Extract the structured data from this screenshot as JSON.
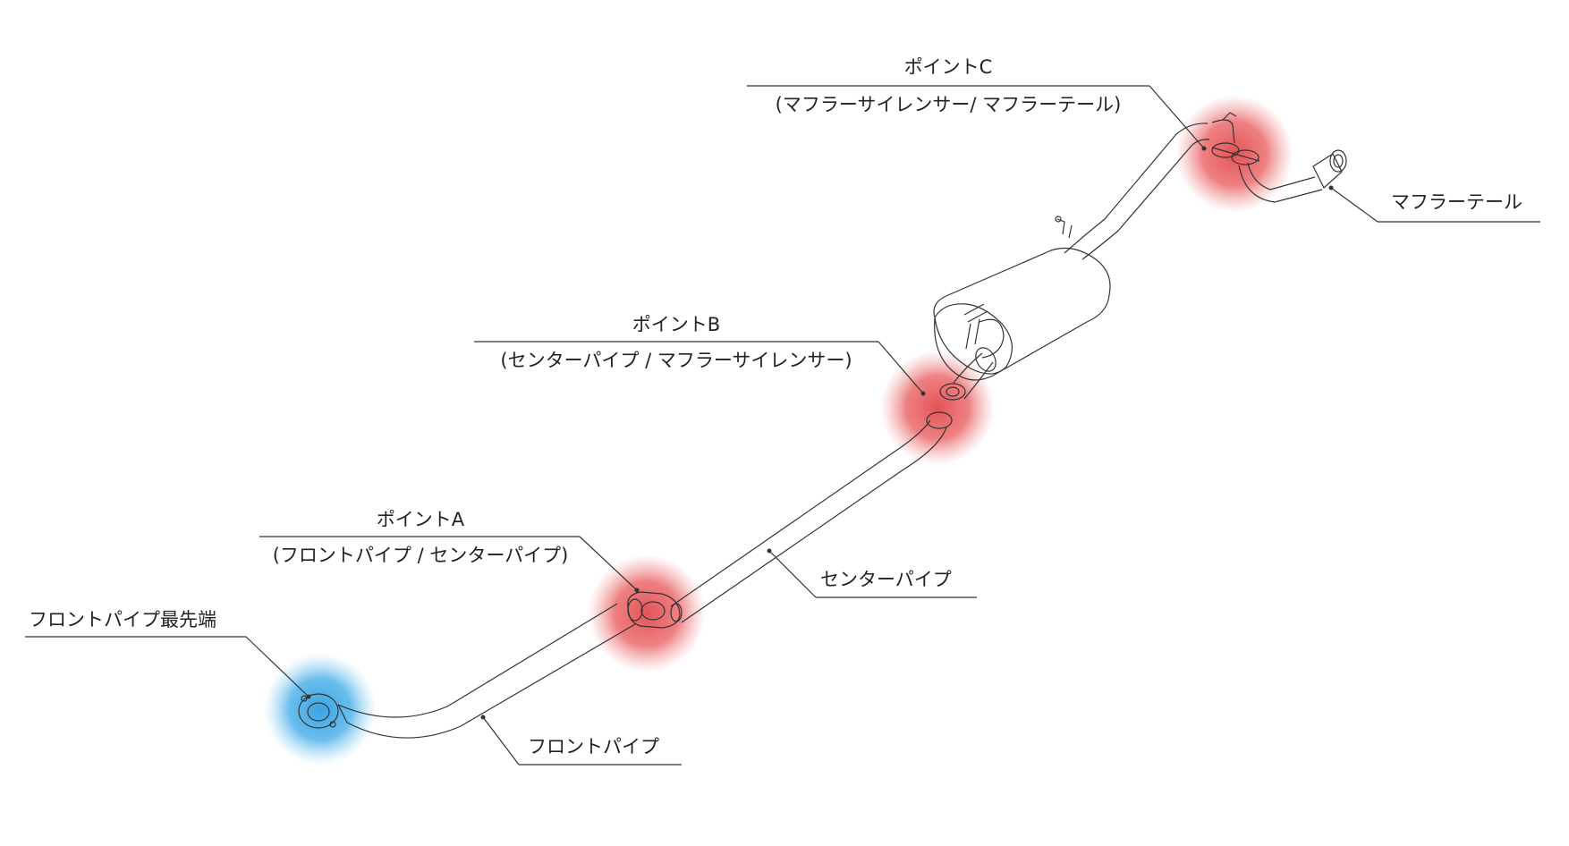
{
  "labels": {
    "point_c_title": "ポイントC",
    "point_c_sub": "(マフラーサイレンサー/ マフラーテール)",
    "muffler_tail": "マフラーテール",
    "point_b_title": "ポイントB",
    "point_b_sub": "(センターパイプ / マフラーサイレンサー)",
    "point_a_title": "ポイントA",
    "point_a_sub": "(フロントパイプ / センターパイプ)",
    "center_pipe": "センターパイプ",
    "front_pipe_tip": "フロントパイプ最先端",
    "front_pipe": "フロントパイプ"
  },
  "colors": {
    "point_highlight": "#e8575a",
    "tip_highlight": "#3aa8e6",
    "pipe_stroke": "#333333"
  }
}
